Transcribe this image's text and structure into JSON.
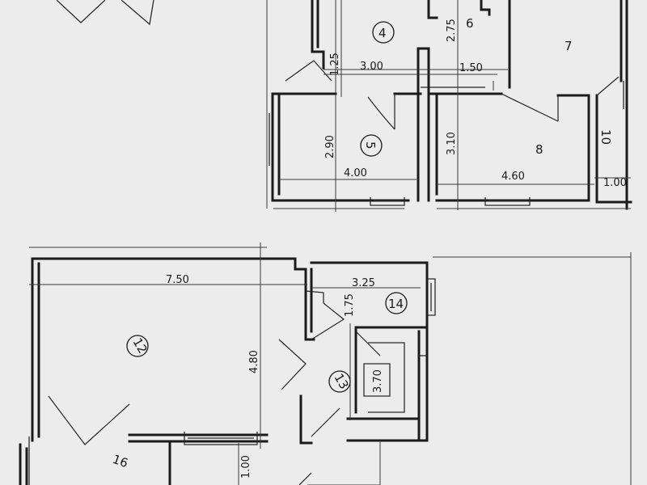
{
  "rooms": {
    "r4": "4",
    "r5": "5",
    "r6": "6",
    "r7": "7",
    "r8": "8",
    "r10": "10",
    "r12": "12",
    "r13": "13",
    "r14": "14",
    "r16": "16"
  },
  "dimensions": {
    "d_300": "3.00",
    "d_150": "1.50",
    "d_275": "2.75",
    "d_125": "1.25",
    "d_290": "2.90",
    "d_310": "3.10",
    "d_400": "4.00",
    "d_460": "4.60",
    "d_100a": "1.00",
    "d_750": "7.50",
    "d_480": "4.80",
    "d_325": "3.25",
    "d_175": "1.75",
    "d_370": "3.70",
    "d_100b": "1.00"
  }
}
